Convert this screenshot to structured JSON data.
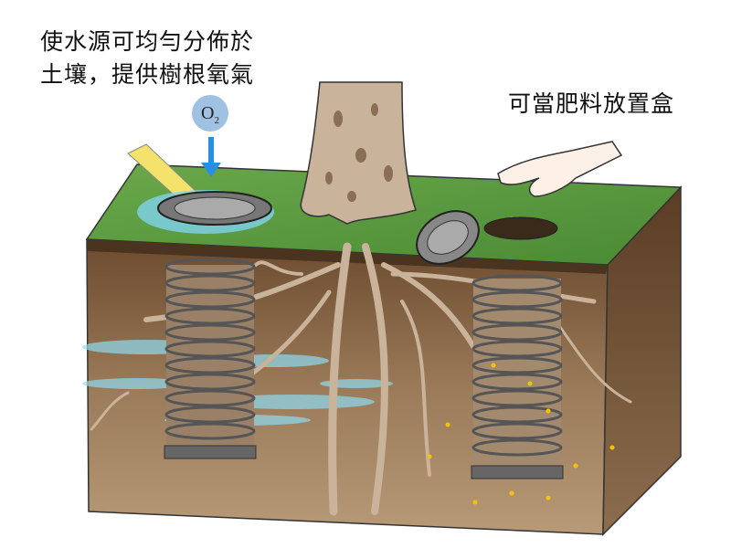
{
  "labels": {
    "left_line1": "使水源可均勻分佈於",
    "left_line2": "土壤，提供樹根氧氣",
    "right": "可當肥料放置盒",
    "oxygen": "O",
    "oxygen_sub": "2"
  },
  "colors": {
    "grass": "#5a9a3c",
    "soil_front": "#8a6a4a",
    "soil_side": "#6e5136",
    "water": "#7fd3ee",
    "oxygen_bubble": "#9fc1e2",
    "arrow": "#2a8fe0",
    "fertilizer": "#f2c500"
  }
}
